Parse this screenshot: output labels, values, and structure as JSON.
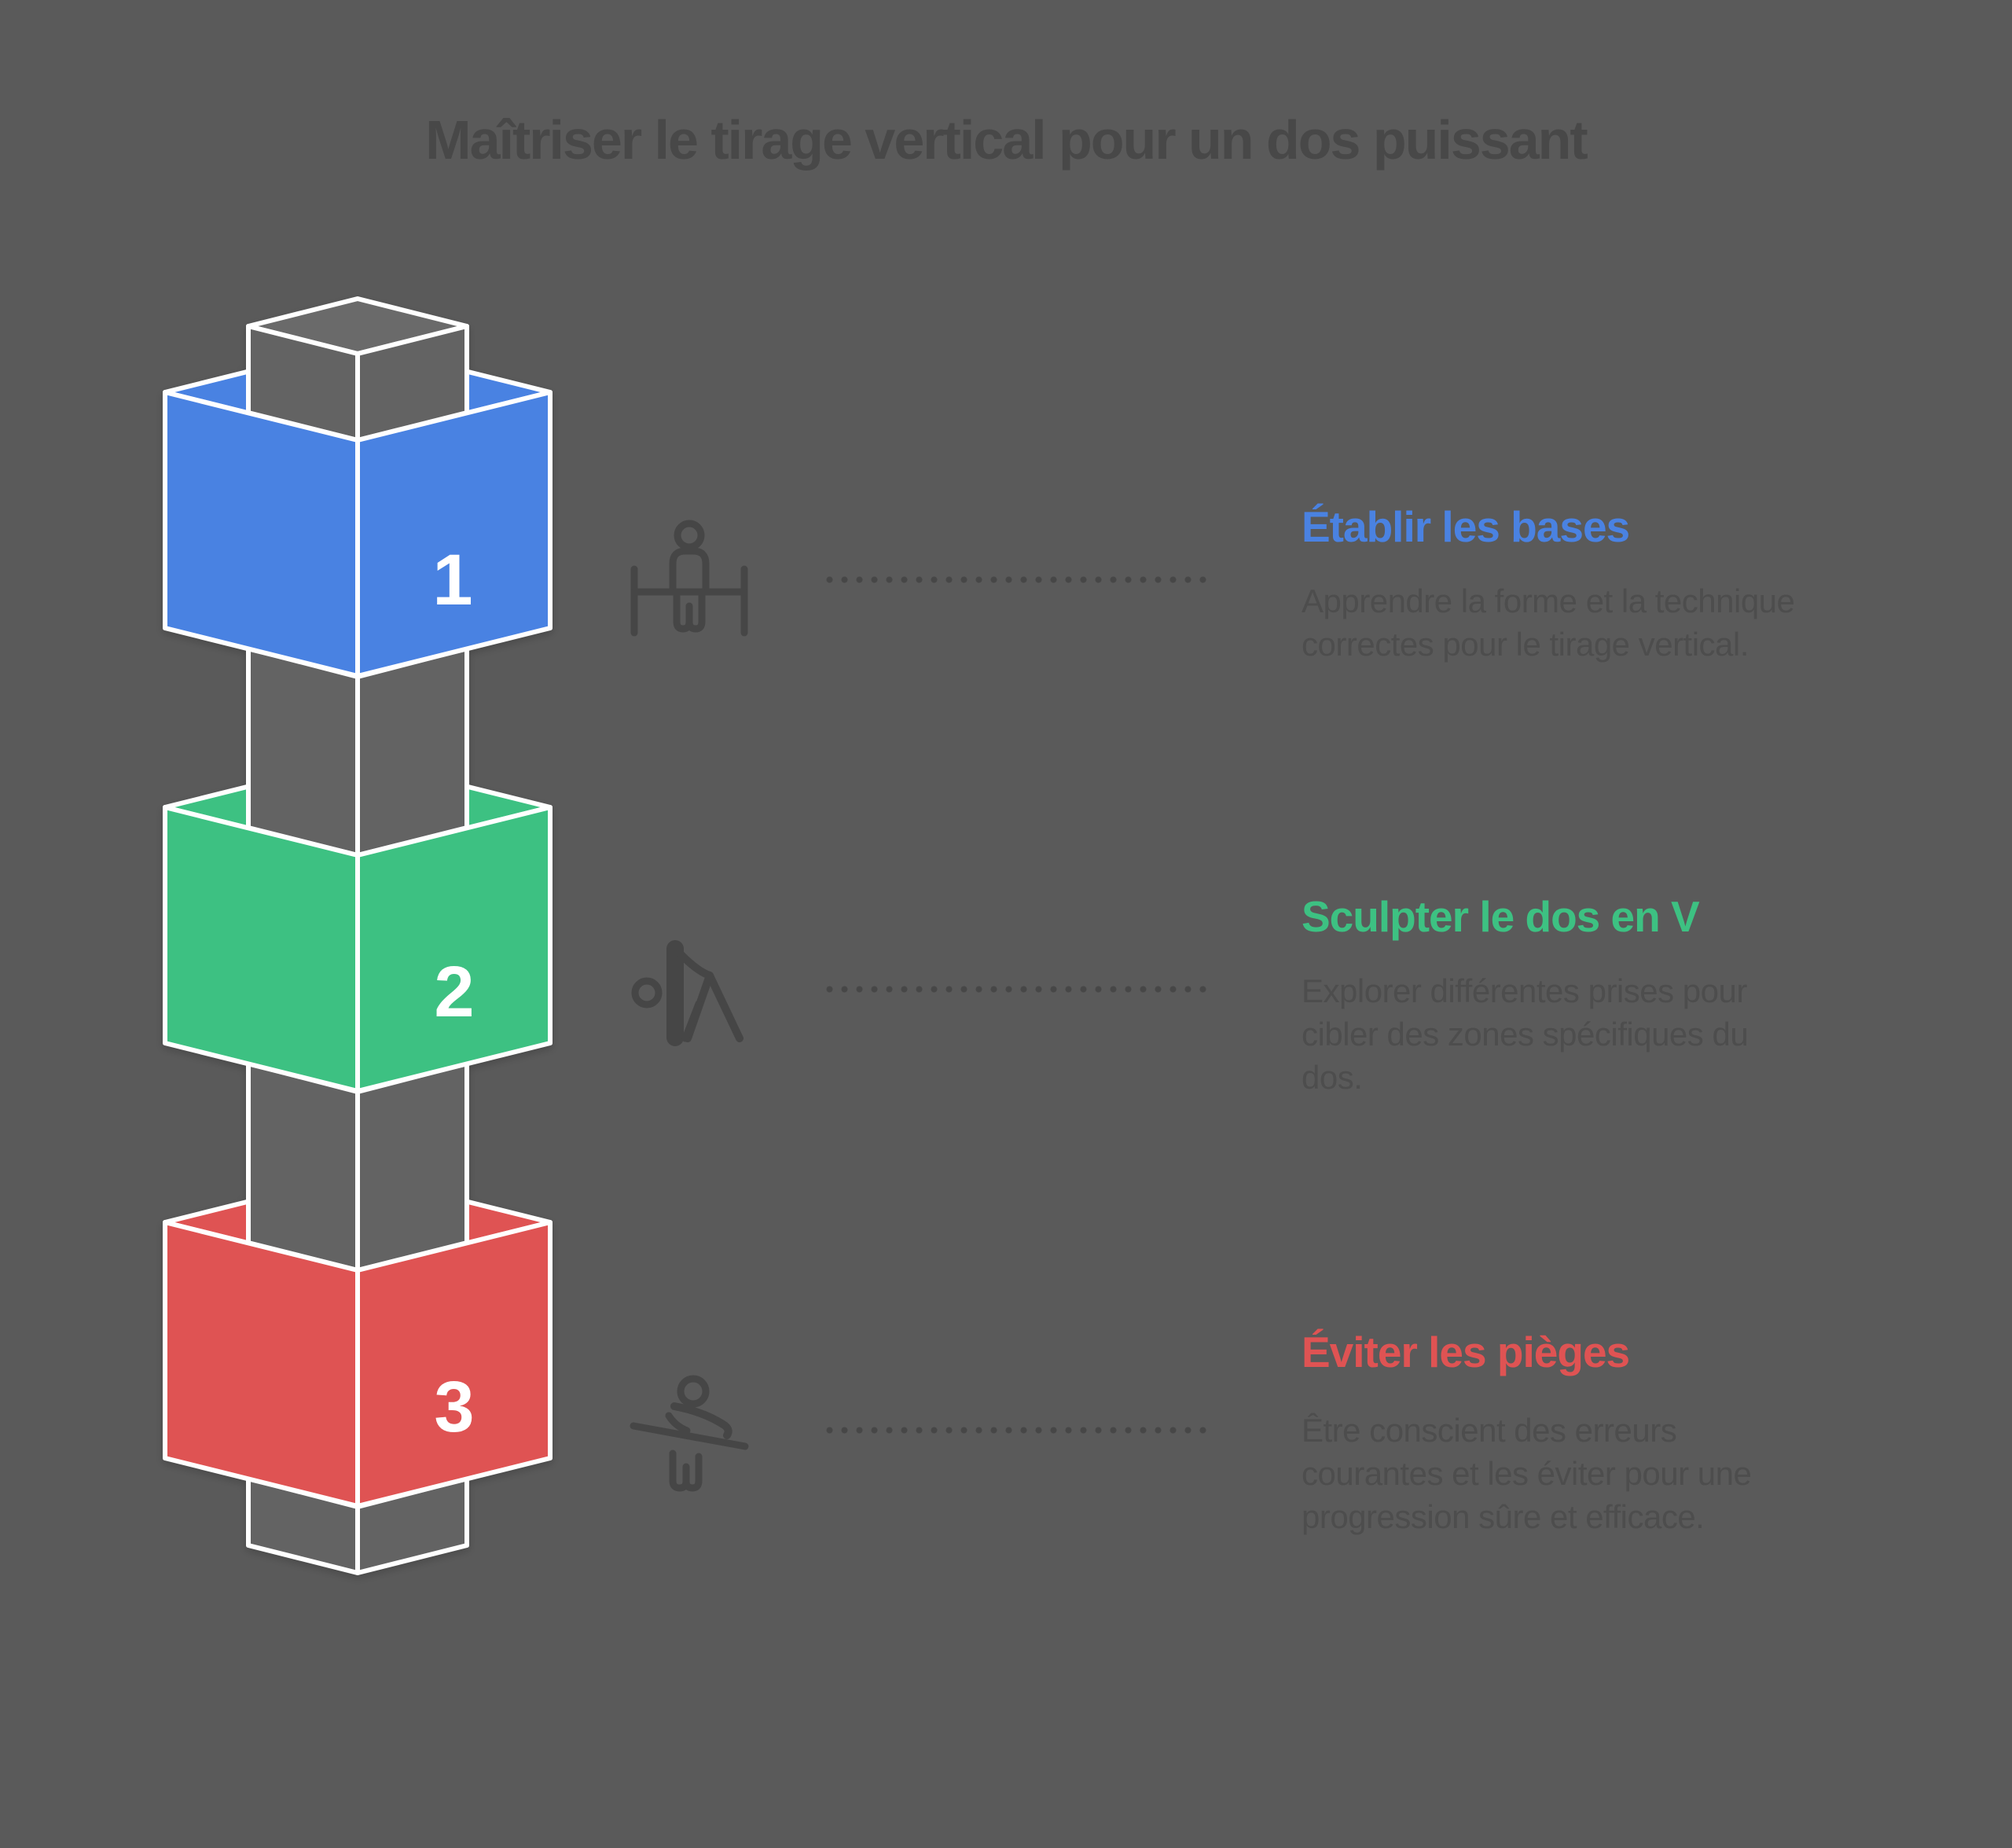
{
  "title": "Maîtriser le tirage vertical pour un dos puissant",
  "steps": [
    {
      "number": "1",
      "heading": "Établir les bases",
      "body": "Apprendre la forme et la technique\ncorrectes pour le tirage vertical.",
      "color": "#4a82e2",
      "icon": "lat-pulldown-icon"
    },
    {
      "number": "2",
      "heading": "Sculpter le dos en V",
      "body": "Explorer différentes prises pour\ncibler des zones spécifiques du\ndos.",
      "color": "#3dc182",
      "icon": "bent-over-stretch-icon"
    },
    {
      "number": "3",
      "heading": "Éviter les pièges",
      "body": "Être conscient des erreurs\ncourantes et les éviter pour une\nprogression sûre et efficace.",
      "color": "#df5353",
      "icon": "seated-row-icon"
    }
  ],
  "colors": {
    "background": "#5a5a5a",
    "title_text": "#484848",
    "body_text": "#4d4d4d",
    "icon_stroke": "#464646",
    "dot_leader": "#474747",
    "column_face": "#646464",
    "column_top": "#6a6a6a",
    "edge_white": "#ffffff"
  }
}
